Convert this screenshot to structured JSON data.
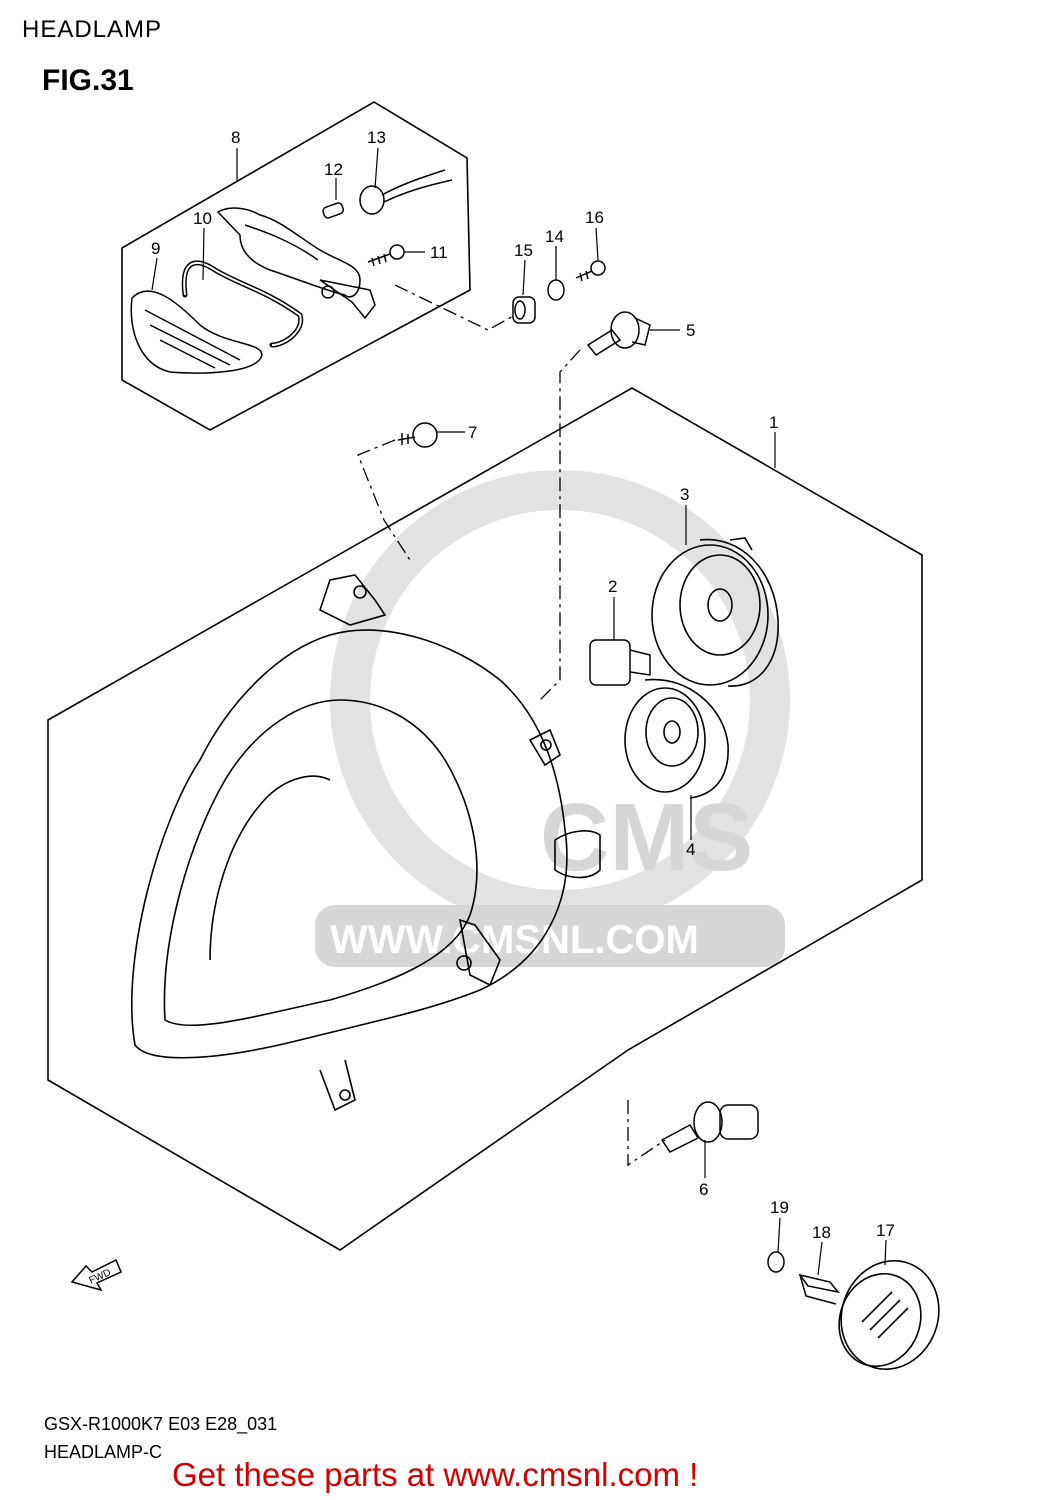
{
  "page": {
    "title": "HEADLAMP",
    "figure": "FIG.31"
  },
  "callouts": [
    "1",
    "2",
    "3",
    "4",
    "5",
    "6",
    "7",
    "8",
    "9",
    "10",
    "11",
    "12",
    "13",
    "14",
    "15",
    "16",
    "17",
    "18",
    "19"
  ],
  "watermark": {
    "text": "WWW.CMSNL.COM",
    "logo_text": "CMS"
  },
  "fwd_label": "FWD",
  "footer": {
    "code": "GSX-R1000K7 E03 E28_031",
    "name": "HEADLAMP-C",
    "cta": "Get these parts at www.cmsnl.com !"
  },
  "colors": {
    "cta": "#d40000",
    "line": "#000000",
    "watermark": "#d8d8d8"
  }
}
